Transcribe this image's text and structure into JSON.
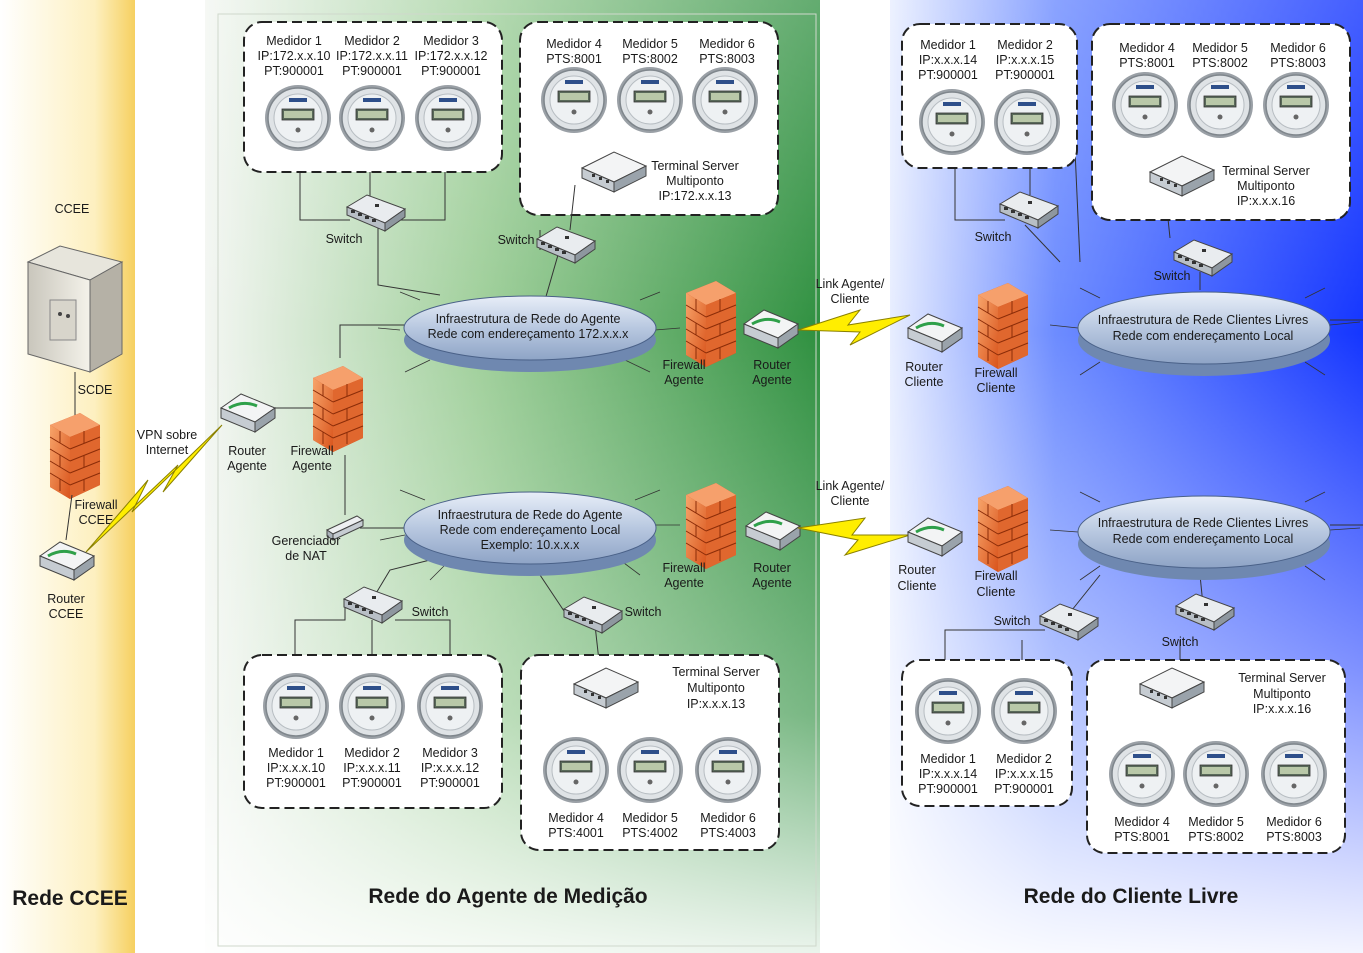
{
  "zones": {
    "ccee": {
      "title": "Rede CCEE",
      "color_light": "#fff8dc",
      "color_dark": "#f5c842"
    },
    "agente": {
      "title": "Rede do Agente de Medição",
      "color_light": "#eef5ec",
      "color_dark": "#3e9a48"
    },
    "cliente": {
      "title": "Rede do Cliente Livre",
      "color_light": "#eef3ff",
      "color_dark": "#1e3cff"
    }
  },
  "ccee": {
    "label": "CCEE",
    "scde": "SCDE",
    "firewall": [
      "Firewall",
      "CCEE"
    ],
    "router": [
      "Router",
      "CCEE"
    ],
    "vpn": [
      "VPN sobre",
      "Internet"
    ]
  },
  "agente": {
    "router": [
      "Router",
      "Agente"
    ],
    "firewall": [
      "Firewall",
      "Agente"
    ],
    "nat": [
      "Gerenciador",
      "de NAT"
    ],
    "disk_top": [
      "Infraestrutura de Rede do Agente",
      "Rede com endereçamento 172.x.x.x"
    ],
    "disk_bottom": [
      "Infraestrutura de Rede do Agente",
      "Rede com endereçamento Local",
      "Exemplo: 10.x.x.x"
    ],
    "top_fw": [
      "Firewall",
      "Agente"
    ],
    "top_router": [
      "Router",
      "Agente"
    ],
    "bot_fw": [
      "Firewall",
      "Agente"
    ],
    "bot_router": [
      "Router",
      "Agente"
    ],
    "switch": "Switch",
    "top_left_meters": [
      {
        "name": "Medidor 1",
        "ip": "IP:172.x.x.10",
        "pt": "PT:900001"
      },
      {
        "name": "Medidor 2",
        "ip": "IP:172.x.x.11",
        "pt": "PT:900001"
      },
      {
        "name": "Medidor 3",
        "ip": "IP:172.x.x.12",
        "pt": "PT:900001"
      }
    ],
    "top_right_meters": [
      {
        "name": "Medidor 4",
        "pts": "PTS:8001"
      },
      {
        "name": "Medidor 5",
        "pts": "PTS:8002"
      },
      {
        "name": "Medidor 6",
        "pts": "PTS:8003"
      }
    ],
    "top_ts": [
      "Terminal Server",
      "Multiponto",
      "IP:172.x.x.13"
    ],
    "bottom_left_meters": [
      {
        "name": "Medidor 1",
        "ip": "IP:x.x.x.10",
        "pt": "PT:900001"
      },
      {
        "name": "Medidor 2",
        "ip": "IP:x.x.x.11",
        "pt": "PT:900001"
      },
      {
        "name": "Medidor 3",
        "ip": "IP:x.x.x.12",
        "pt": "PT:900001"
      }
    ],
    "bottom_right_meters": [
      {
        "name": "Medidor 4",
        "pts": "PTS:4001"
      },
      {
        "name": "Medidor 5",
        "pts": "PTS:4002"
      },
      {
        "name": "Medidor 6",
        "pts": "PTS:4003"
      }
    ],
    "bottom_ts": [
      "Terminal Server",
      "Multiponto",
      "IP:x.x.x.13"
    ]
  },
  "links": {
    "top": [
      "Link Agente/",
      "Cliente"
    ],
    "bottom": [
      "Link Agente/",
      "Cliente"
    ]
  },
  "cliente": {
    "disk_top": [
      "Infraestrutura de Rede Clientes Livres",
      "Rede com endereçamento Local"
    ],
    "disk_bottom": [
      "Infraestrutura de Rede Clientes Livres",
      "Rede com endereçamento Local"
    ],
    "top_router": [
      "Router",
      "Cliente"
    ],
    "top_fw": [
      "Firewall",
      "Cliente"
    ],
    "bot_router": [
      "Router",
      "Cliente"
    ],
    "bot_fw": [
      "Firewall",
      "Cliente"
    ],
    "switch": "Switch",
    "top_left_meters": [
      {
        "name": "Medidor 1",
        "ip": "IP:x.x.x.14",
        "pt": "PT:900001"
      },
      {
        "name": "Medidor 2",
        "ip": "IP:x.x.x.15",
        "pt": "PT:900001"
      }
    ],
    "top_right_meters": [
      {
        "name": "Medidor 4",
        "pts": "PTS:8001"
      },
      {
        "name": "Medidor 5",
        "pts": "PTS:8002"
      },
      {
        "name": "Medidor 6",
        "pts": "PTS:8003"
      }
    ],
    "top_ts": [
      "Terminal Server",
      "Multiponto",
      "IP:x.x.x.16"
    ],
    "bottom_left_meters": [
      {
        "name": "Medidor 1",
        "ip": "IP:x.x.x.14",
        "pt": "PT:900001"
      },
      {
        "name": "Medidor 2",
        "ip": "IP:x.x.x.15",
        "pt": "PT:900001"
      }
    ],
    "bottom_right_meters": [
      {
        "name": "Medidor 4",
        "pts": "PTS:8001"
      },
      {
        "name": "Medidor 5",
        "pts": "PTS:8002"
      },
      {
        "name": "Medidor 6",
        "pts": "PTS:8003"
      }
    ],
    "bottom_ts": [
      "Terminal Server",
      "Multiponto",
      "IP:x.x.x.16"
    ]
  }
}
